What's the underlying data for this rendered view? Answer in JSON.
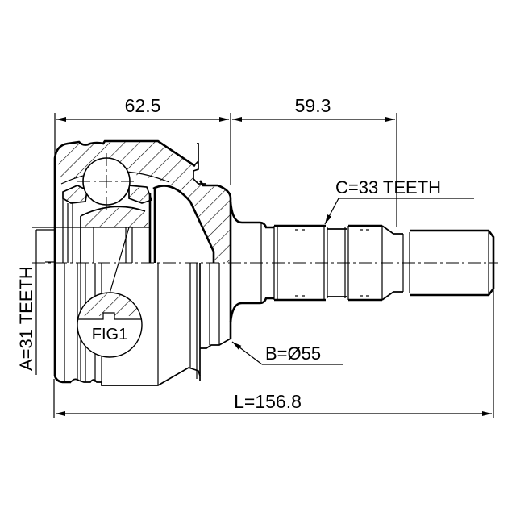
{
  "drawing": {
    "title": "CV joint outer technical drawing",
    "dimensions": {
      "housing_length": "62.5",
      "stub_length": "59.3",
      "overall_length": "L=156.8"
    },
    "labels": {
      "spline_outer": "C=33 TEETH",
      "spline_inner": "A=31 TEETH",
      "abs_or_seal_diameter": "B=Ø55",
      "detail_callout": "FIG1"
    },
    "colors": {
      "line": "#000000",
      "background": "#ffffff"
    }
  }
}
